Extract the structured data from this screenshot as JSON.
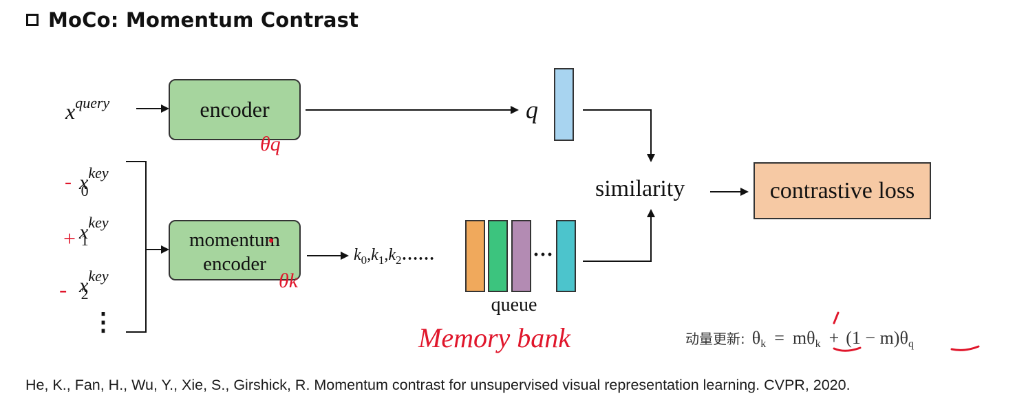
{
  "title": "MoCo: Momentum Contrast",
  "nodes": {
    "encoder": "encoder",
    "momentum_encoder_line1": "momentum",
    "momentum_encoder_line2": "encoder",
    "q": "q",
    "similarity": "similarity",
    "contrastive_loss": "contrastive loss",
    "queue": "queue"
  },
  "inputs": {
    "x_base": "x",
    "query_sup": "query",
    "key_sup": "key",
    "sub0": "0",
    "sub1": "1",
    "sub2": "2",
    "dots": "⋮"
  },
  "keys_sequence": {
    "k": "k",
    "s0": "0",
    "s1": "1",
    "s2": "2",
    "comma": ",",
    "dots": "……"
  },
  "queue_dots": "···",
  "queue_colors": [
    "#f0a95c",
    "#3cc47e",
    "#b38bb3",
    "#4cc4cc"
  ],
  "q_color": "#a8d4f0",
  "encoder_color": "#a6d59e",
  "loss_color": "#f6c9a4",
  "annotations": {
    "theta_q": "θq",
    "theta_k": "θk",
    "memory_bank": "Memory bank",
    "sign_minus": "-",
    "sign_plus": "+",
    "sign_minus2": "-",
    "ink_color": "#e0162b"
  },
  "momentum_update": {
    "label": "动量更新:",
    "theta": "θ",
    "sub_k": "k",
    "eq": "=",
    "m": "m",
    "plus": "+",
    "paren": "(1 − m)",
    "sub_q": "q"
  },
  "citation": "He, K., Fan, H., Wu, Y., Xie, S., Girshick, R. Momentum contrast for unsupervised visual representation learning. CVPR, 2020."
}
